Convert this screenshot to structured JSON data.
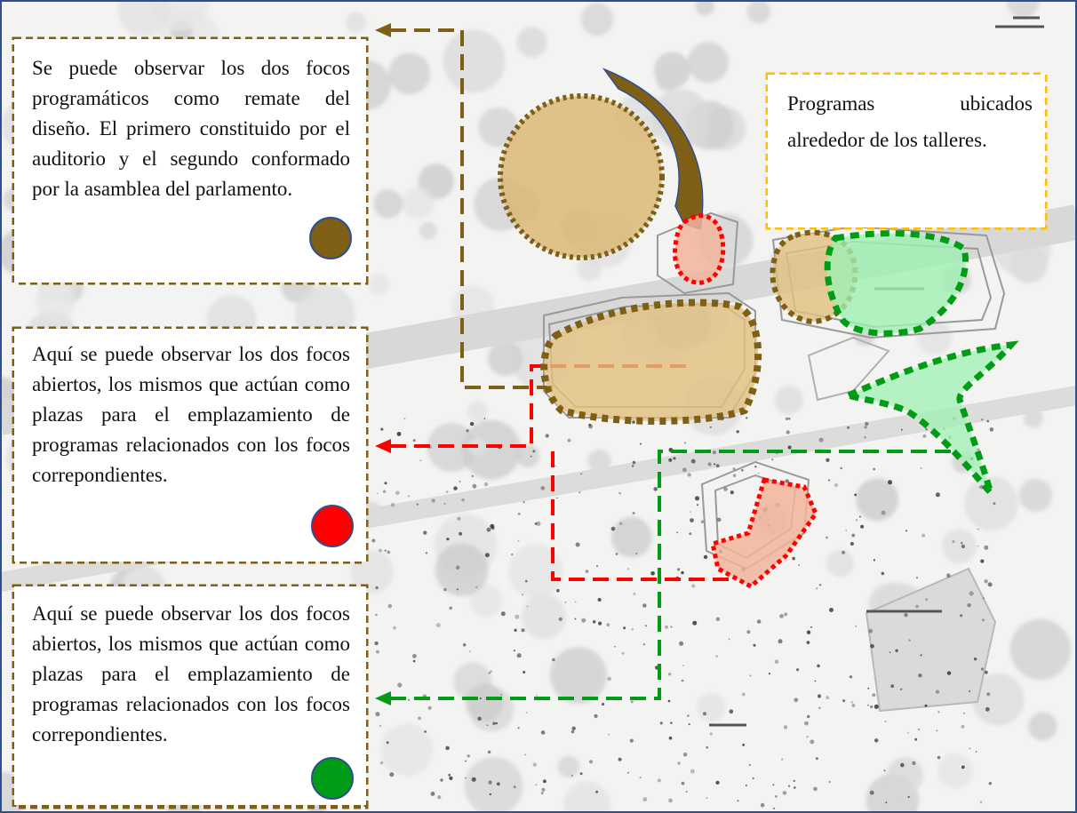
{
  "notes": {
    "focos": "Se puede observar los dos focos programáticos como remate del diseño. El primero constituido por el auditorio y el segundo conformado por la asamblea del parlamento.",
    "plazas_rojo": "Aquí se puede observar los dos focos abiertos, los mismos que actúan como plazas para el emplazamiento de programas relacionados con los focos correpondientes.",
    "plazas_verde": "Aquí se puede observar los dos focos abiertos, los mismos que actúan como plazas para el emplazamiento de programas relacionados con los focos correpondientes.",
    "talleres": "Programas ubicados alrededor de los talleres."
  },
  "colors": {
    "brown": "#7f5f16",
    "red": "#ff0000",
    "green": "#009c16",
    "gold": "#ffc000",
    "frame": "#2e4f8f",
    "tan_fill": "#e5c98a",
    "salmon_fill": "#f2b49a",
    "mint_fill": "#a8efba"
  },
  "legend_dots": {
    "focos_dot": "brown",
    "plazas_rojo_dot": "red",
    "plazas_verde_dot": "green"
  }
}
